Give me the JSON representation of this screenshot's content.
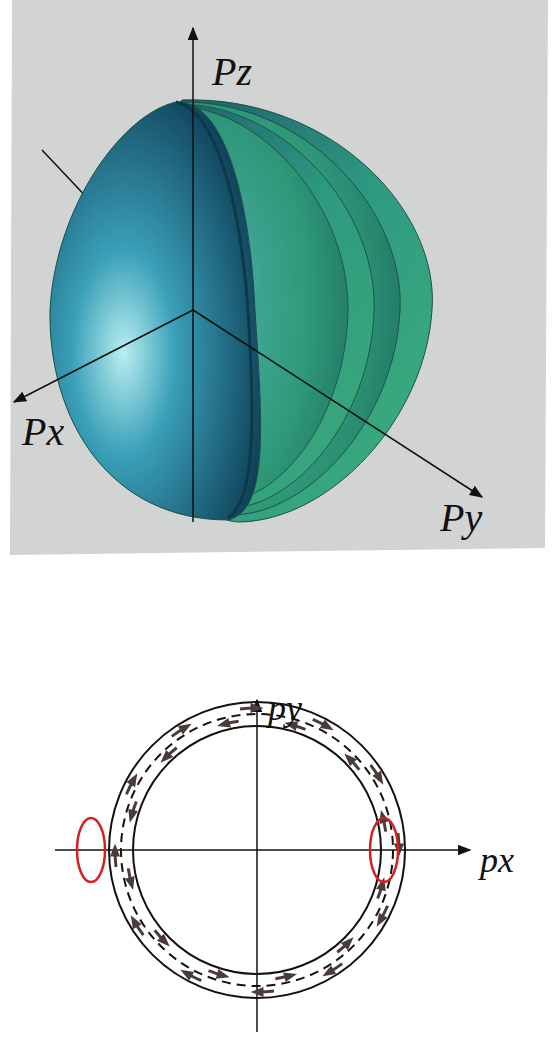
{
  "diagram": {
    "labels": [
      "Pz",
      "Px",
      "Py",
      "py",
      "px"
    ]
  }
}
